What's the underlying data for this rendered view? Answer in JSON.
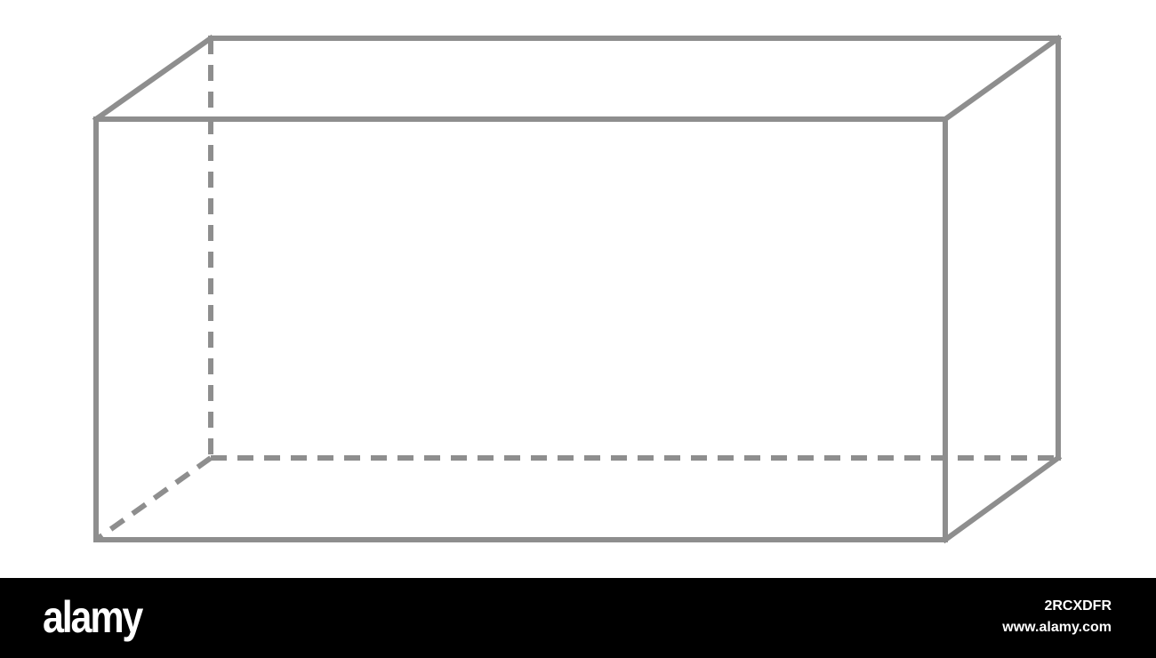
{
  "diagram": {
    "shape": "rectangular-prism",
    "stroke_color": "#8e8e8e",
    "hidden_edge_style": "dashed",
    "background_color": "#ffffff"
  },
  "footer": {
    "brand": "alamy",
    "image_id": "2RCXDFR",
    "url": "www.alamy.com",
    "background_color": "#000000",
    "text_color": "#ffffff"
  }
}
